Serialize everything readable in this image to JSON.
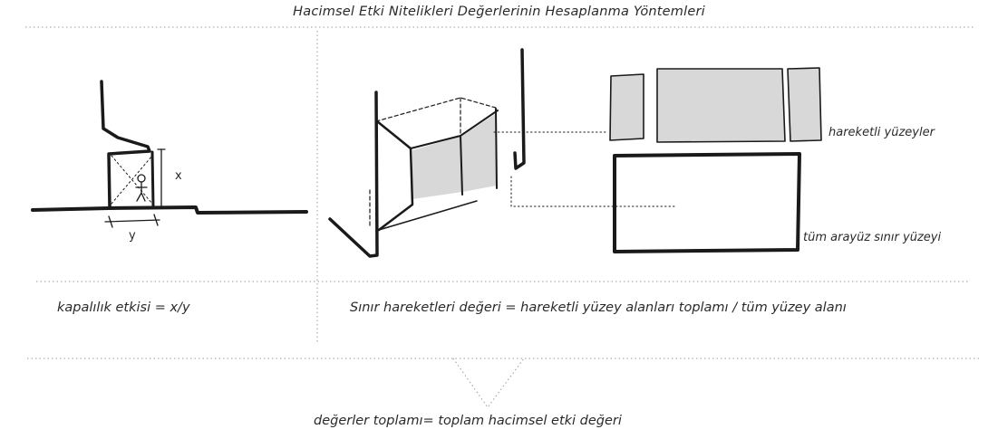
{
  "title": "Hacimsel Etki Nitelikleri Değerlerinin Hesaplanma Yöntemleri",
  "left_panel": {
    "x_mark": "x",
    "y_mark": "y",
    "formula": "kapalılık etkisi = x/y"
  },
  "right_panel": {
    "moving_surfaces_label": "hareketli yüzeyler",
    "boundary_surface_label": "tüm arayüz sınır yüzeyi",
    "formula": "Sınır hareketleri değeri  = hareketli yüzey alanları toplamı / tüm yüzey alanı"
  },
  "footer": {
    "result": "değerler toplamı= toplam hacimsel etki değeri"
  },
  "colors": {
    "shade": "#d8d8d8",
    "ink": "#1a1a1a",
    "divider": "#9a9a9a"
  }
}
